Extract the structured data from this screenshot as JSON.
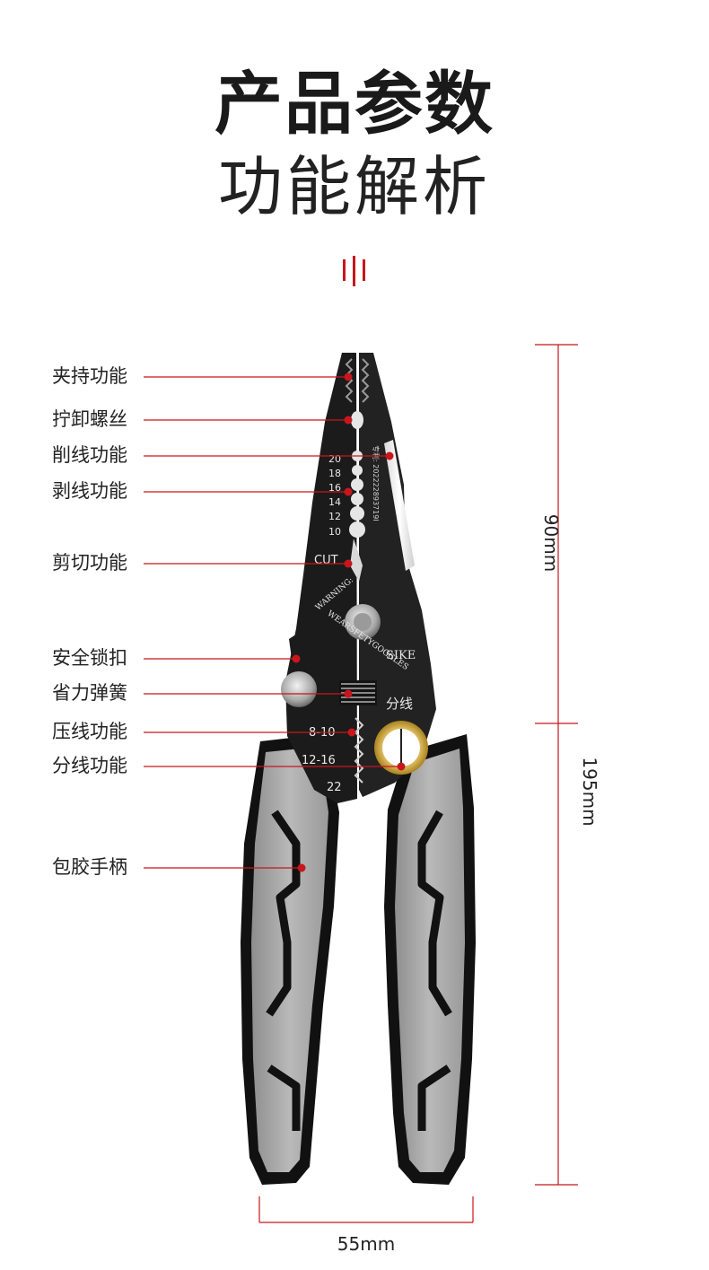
{
  "header": {
    "title": "产品参数",
    "subtitle": "功能解析"
  },
  "accent_color": "#c8161d",
  "features": [
    "夹持功能",
    "拧卸螺丝",
    "削线功能",
    "剥线功能",
    "剪切功能",
    "安全锁扣",
    "省力弹簧",
    "压线功能",
    "分线功能",
    "包胶手柄"
  ],
  "tool_markings": {
    "strip_gauges": [
      "20",
      "18",
      "16",
      "14",
      "12",
      "10"
    ],
    "cut_label": "CUT",
    "warning_text": "WARNING:",
    "goggles_text": "WEARSFETYGOGGLES",
    "brand": "SIKE",
    "patent": "专利: 202222893719I",
    "split_label": "分线",
    "crimp_gauges": [
      "8-10",
      "12-16",
      "22"
    ]
  },
  "dimensions": {
    "head_length": "90mm",
    "total_length": "195mm",
    "width": "55mm"
  }
}
